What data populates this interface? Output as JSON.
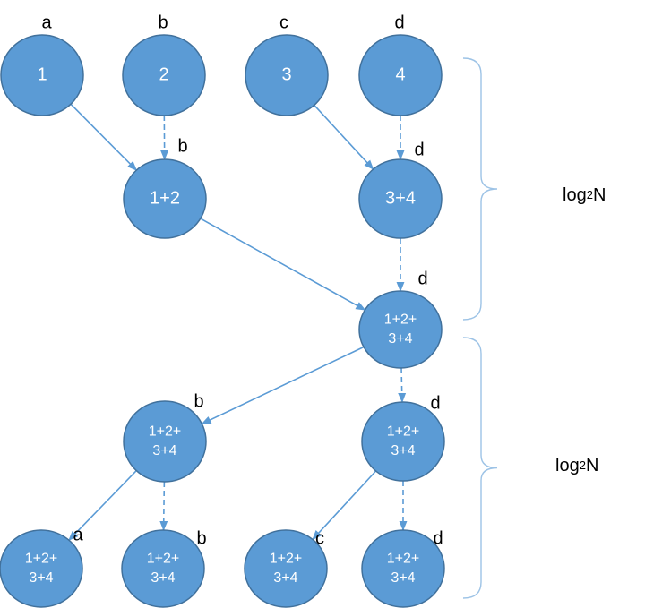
{
  "colors": {
    "node_fill": "#5b9bd5",
    "node_stroke": "#41719c",
    "edge": "#5b9bd5",
    "brace": "#9dc3e6"
  },
  "nodes": [
    {
      "id": "n1",
      "text": [
        "1"
      ],
      "label": "a"
    },
    {
      "id": "n2",
      "text": [
        "2"
      ],
      "label": "b"
    },
    {
      "id": "n3",
      "text": [
        "3"
      ],
      "label": "c"
    },
    {
      "id": "n4",
      "text": [
        "4"
      ],
      "label": "d"
    },
    {
      "id": "n12",
      "text": [
        "1+2"
      ],
      "label": "b"
    },
    {
      "id": "n34",
      "text": [
        "3+4"
      ],
      "label": "d"
    },
    {
      "id": "nroot",
      "text": [
        "1+2+",
        "3+4"
      ],
      "label": "d"
    },
    {
      "id": "nb",
      "text": [
        "1+2+",
        "3+4"
      ],
      "label": "b"
    },
    {
      "id": "nd",
      "text": [
        "1+2+",
        "3+4"
      ],
      "label": "d"
    },
    {
      "id": "la",
      "text": [
        "1+2+",
        "3+4"
      ],
      "label": "a"
    },
    {
      "id": "lb",
      "text": [
        "1+2+",
        "3+4"
      ],
      "label": "b"
    },
    {
      "id": "lc",
      "text": [
        "1+2+",
        "3+4"
      ],
      "label": "c"
    },
    {
      "id": "ld",
      "text": [
        "1+2+",
        "3+4"
      ],
      "label": "d"
    }
  ],
  "edges": [
    {
      "from": "n1",
      "to": "n12",
      "style": "solid"
    },
    {
      "from": "n2",
      "to": "n12",
      "style": "dashed"
    },
    {
      "from": "n3",
      "to": "n34",
      "style": "solid"
    },
    {
      "from": "n4",
      "to": "n34",
      "style": "dashed"
    },
    {
      "from": "n12",
      "to": "nroot",
      "style": "solid"
    },
    {
      "from": "n34",
      "to": "nroot",
      "style": "dashed"
    },
    {
      "from": "nroot",
      "to": "nb",
      "style": "solid"
    },
    {
      "from": "nroot",
      "to": "nd",
      "style": "dashed"
    },
    {
      "from": "nb",
      "to": "la",
      "style": "solid"
    },
    {
      "from": "nb",
      "to": "lb",
      "style": "dashed"
    },
    {
      "from": "nd",
      "to": "lc",
      "style": "solid"
    },
    {
      "from": "nd",
      "to": "ld",
      "style": "dashed"
    }
  ],
  "braces": [
    {
      "id": "upper",
      "label_base": "log",
      "label_sub": "2",
      "label_end": "N"
    },
    {
      "id": "lower",
      "label_base": "log",
      "label_sub": "2",
      "label_end": "N"
    }
  ]
}
